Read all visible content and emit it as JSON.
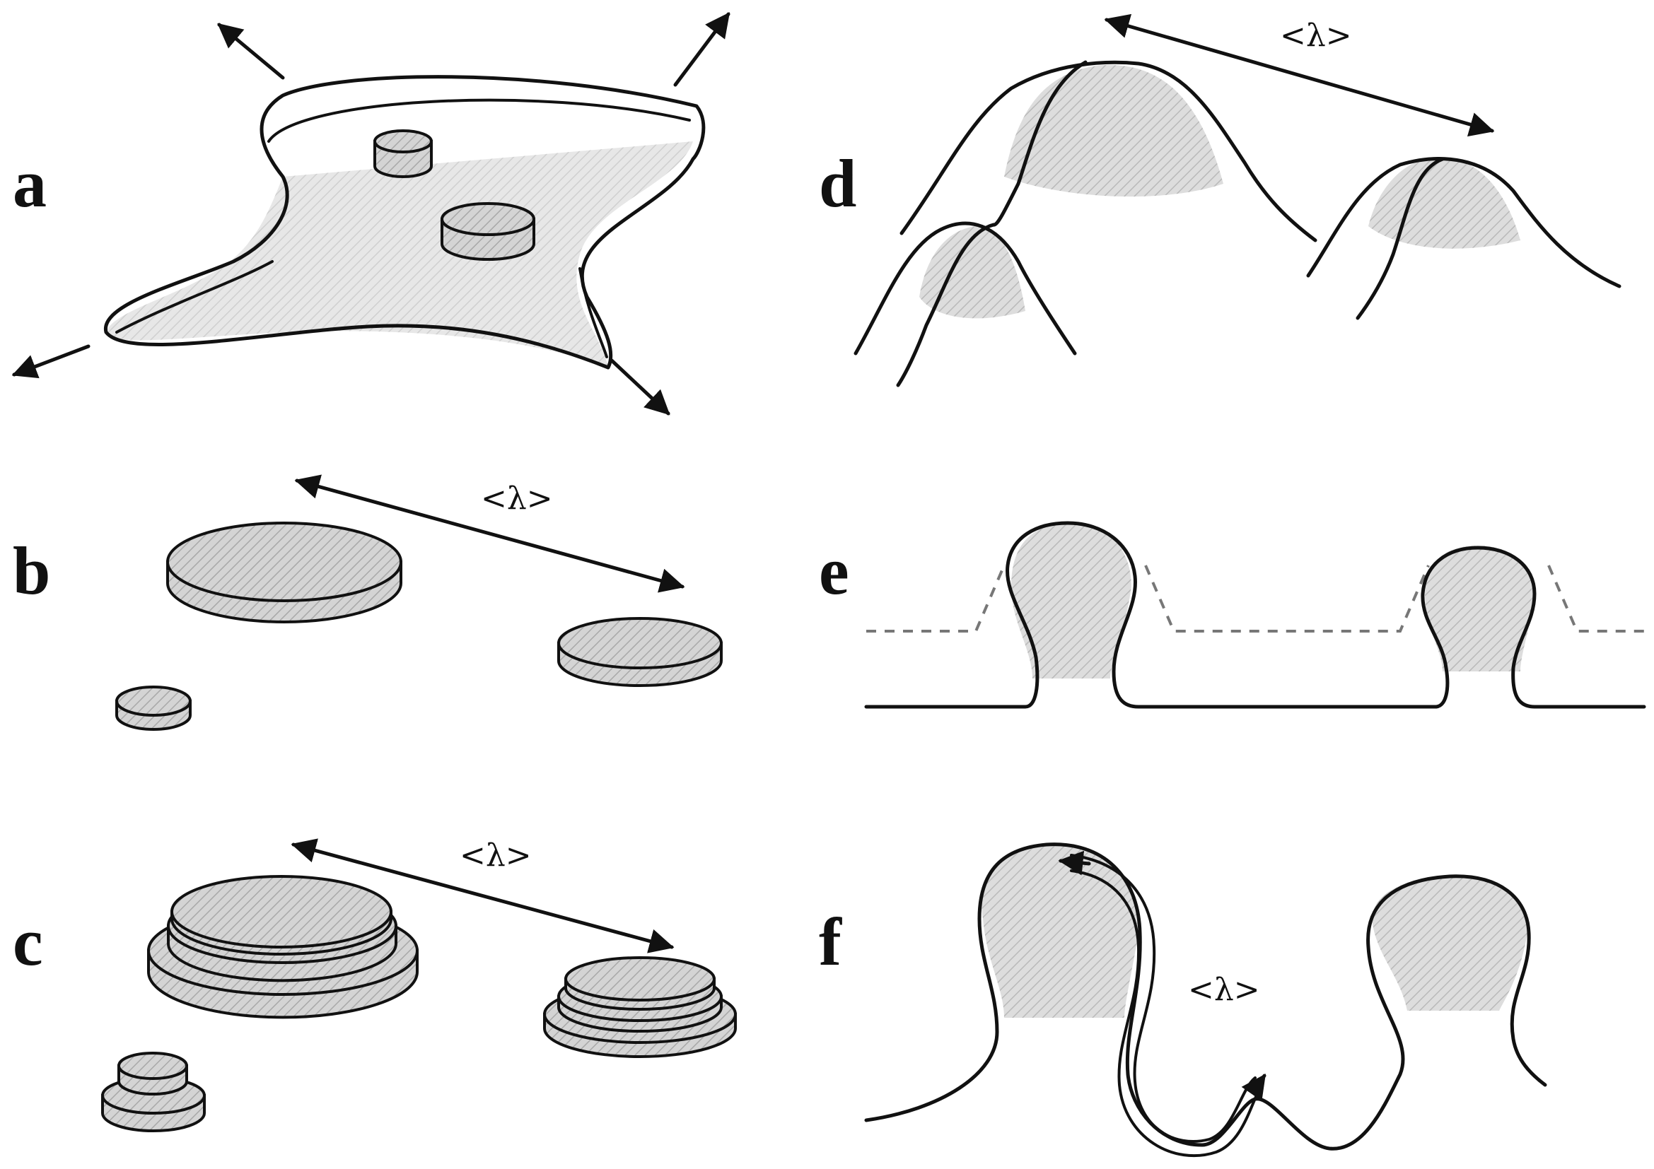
{
  "panels": {
    "a": {
      "letter": "a"
    },
    "b": {
      "letter": "b",
      "spacing_label": "<λ>"
    },
    "c": {
      "letter": "c",
      "spacing_label": "<λ>"
    },
    "d": {
      "letter": "d",
      "spacing_label": "<λ>"
    },
    "e": {
      "letter": "e"
    },
    "f": {
      "letter": "f",
      "spacing_label": "<λ>"
    }
  },
  "colors": {
    "ink": "#111111",
    "shade": "#c8c8c8",
    "dashed": "#777777"
  }
}
